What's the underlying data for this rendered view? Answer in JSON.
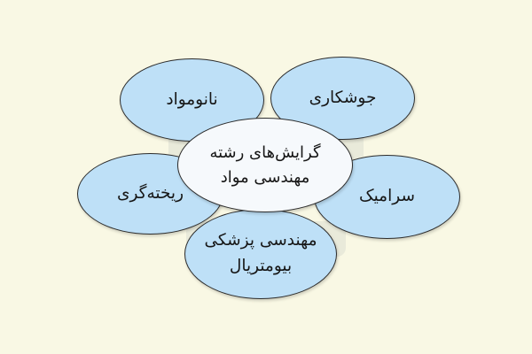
{
  "center": {
    "line1": "گرایش‌های رشته",
    "line2": "مهندسی مواد"
  },
  "branches": {
    "nanomaterials": "نانومواد",
    "welding": "جوشکاری",
    "casting": "ریخته‌گری",
    "ceramic": "سرامیک",
    "biomedical_line1": "مهندسی پزشکی",
    "biomedical_line2": "بیومتریال"
  },
  "colors": {
    "background": "#f9f8e4",
    "bubble_fill": "#bee0f7",
    "center_fill": "#f6f9fc",
    "stroke": "#2c2c2c"
  }
}
